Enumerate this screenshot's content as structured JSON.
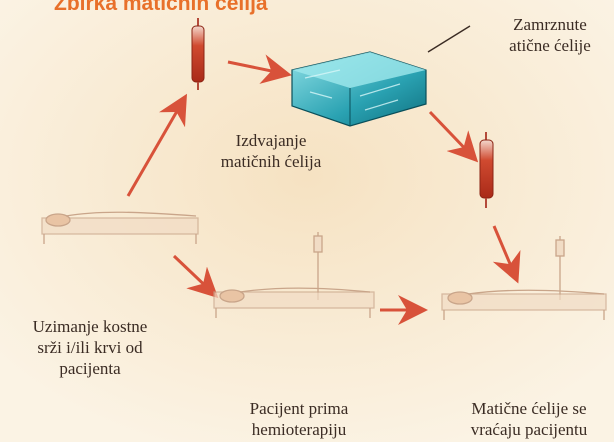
{
  "title_fragment": "Zbirka matičnih ćelija",
  "colors": {
    "background": "#fbf3e4",
    "arrow": "#d8523a",
    "blood_bag": "#c33a25",
    "freezer": "#35a8b5",
    "text": "#3b2c24",
    "title": "#e8702a"
  },
  "labels": {
    "frozen_cells": [
      "Zamrznute",
      "atične ćelije"
    ],
    "extraction": [
      "Izdvajanje",
      "matičnih ćelija"
    ],
    "harvest": [
      "Uzimanje kostne",
      "srži i/ili krvi od",
      "pacijenta"
    ],
    "chemo": [
      "Pacijent prima",
      "hemioterapiju"
    ],
    "return": [
      "Matične ćelije se",
      "vraćaju pacijentu"
    ]
  },
  "icons": {
    "bag_1": "blood-bag-icon",
    "bag_2": "blood-bag-icon",
    "freezer": "freezer-icon",
    "patient_1": "patient-in-bed-icon",
    "patient_2": "patient-in-bed-icon",
    "patient_3": "patient-in-bed-icon"
  }
}
